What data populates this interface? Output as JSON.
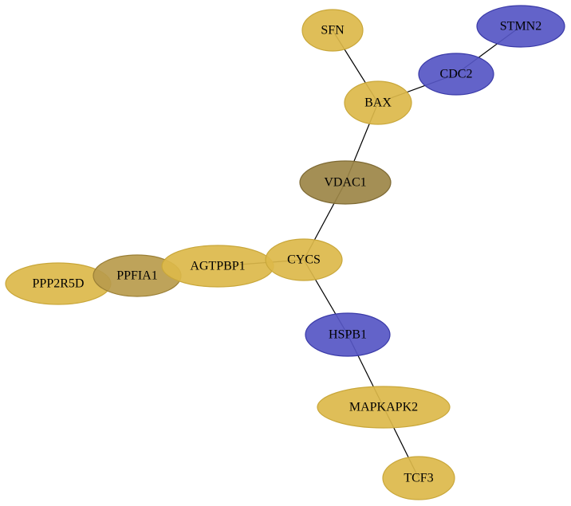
{
  "colors": {
    "gold": "#dcb84a",
    "gold_stroke": "#c9a73a",
    "olive": "#9c8547",
    "olive_stroke": "#7e6a34",
    "tan": "#b89b4c",
    "tan_stroke": "#9a7f36",
    "blue": "#5656c4",
    "blue_stroke": "#3a3aa8",
    "edge": "#000000"
  },
  "nodes": [
    {
      "id": "SFN",
      "label": "SFN",
      "color": "gold"
    },
    {
      "id": "STMN2",
      "label": "STMN2",
      "color": "blue"
    },
    {
      "id": "CDC2",
      "label": "CDC2",
      "color": "blue"
    },
    {
      "id": "BAX",
      "label": "BAX",
      "color": "gold"
    },
    {
      "id": "VDAC1",
      "label": "VDAC1",
      "color": "olive"
    },
    {
      "id": "CYCS",
      "label": "CYCS",
      "color": "gold"
    },
    {
      "id": "AGTPBP1",
      "label": "AGTPBP1",
      "color": "gold"
    },
    {
      "id": "PPFIA1",
      "label": "PPFIA1",
      "color": "tan"
    },
    {
      "id": "PPP2R5D",
      "label": "PPP2R5D",
      "color": "gold"
    },
    {
      "id": "HSPB1",
      "label": "HSPB1",
      "color": "blue"
    },
    {
      "id": "MAPKAPK2",
      "label": "MAPKAPK2",
      "color": "gold"
    },
    {
      "id": "TCF3",
      "label": "TCF3",
      "color": "gold"
    }
  ],
  "edges": [
    [
      "SFN",
      "BAX"
    ],
    [
      "STMN2",
      "CDC2"
    ],
    [
      "CDC2",
      "BAX"
    ],
    [
      "BAX",
      "VDAC1"
    ],
    [
      "VDAC1",
      "CYCS"
    ],
    [
      "CYCS",
      "AGTPBP1"
    ],
    [
      "CYCS",
      "HSPB1"
    ],
    [
      "HSPB1",
      "MAPKAPK2"
    ],
    [
      "MAPKAPK2",
      "TCF3"
    ]
  ]
}
